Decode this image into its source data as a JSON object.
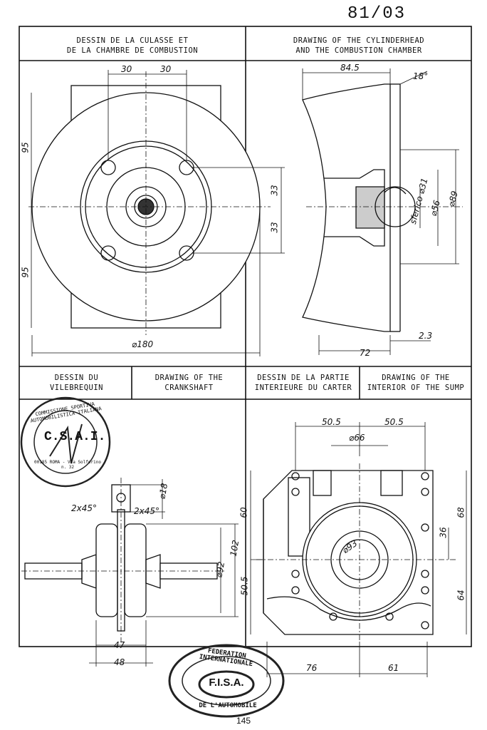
{
  "ref_number": "81/03",
  "sections": {
    "cylinderhead_fr": [
      "DESSIN DE LA CULASSE ET",
      "DE LA CHAMBRE DE COMBUSTION"
    ],
    "cylinderhead_en": [
      "DRAWING OF THE CYLINDERHEAD",
      "AND THE COMBUSTION CHAMBER"
    ],
    "crankshaft_fr": [
      "DESSIN DU",
      "VILEBREQUIN"
    ],
    "crankshaft_en": [
      "DRAWING OF THE",
      "CRANKSHAFT"
    ],
    "carter_fr": [
      "DESSIN DE LA PARTIE",
      "INTERIEURE DU CARTER"
    ],
    "sump_en": [
      "DRAWING OF THE",
      "INTERIOR OF THE SUMP"
    ]
  },
  "dims_head_front": {
    "a": "30",
    "b": "30",
    "c": "95",
    "d": "95",
    "e": "33",
    "f": "33",
    "g": "⌀180"
  },
  "dims_head_side": {
    "a": "84.5",
    "b": "18°",
    "c": "sferico ⌀31",
    "d": "⌀56",
    "e": "⌀89",
    "f": "2.3",
    "g": "72"
  },
  "dims_crank": {
    "a": "⌀18",
    "b": "2x45°",
    "c": "2x45°",
    "d": "⌀92",
    "e": "102",
    "f": "47",
    "g": "48"
  },
  "dims_sump": {
    "a": "50.5",
    "b": "50.5",
    "c": "⌀66",
    "d": "⌀93",
    "e": "60",
    "f": "50.5",
    "g": "36",
    "h": "68",
    "i": "64",
    "j": "76",
    "k": "61"
  },
  "stamp_csai": {
    "ring": "COMMISSIONE SPORTIVA AUTOMOBILISTICA ITALIANA",
    "center": "C.S.A.I.",
    "address": "00185 ROMA - Via Solferino n. 32"
  },
  "stamp_fisa": {
    "top": "FEDERATION INTERNATIONALE",
    "bottom": "DE L'AUTOMOBILE",
    "center": "F.I.S.A."
  },
  "page_number": "145"
}
